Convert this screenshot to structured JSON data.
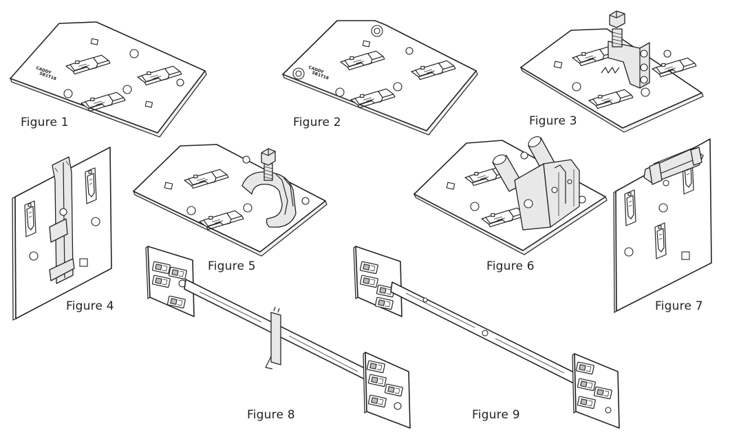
{
  "figures": [
    {
      "caption": "Figure 1"
    },
    {
      "caption": "Figure 2"
    },
    {
      "caption": "Figure 3"
    },
    {
      "caption": "Figure 4"
    },
    {
      "caption": "Figure 5"
    },
    {
      "caption": "Figure 6"
    },
    {
      "caption": "Figure 7"
    },
    {
      "caption": "Figure 8"
    },
    {
      "caption": "Figure 9"
    }
  ],
  "plate_stamp": [
    "CADDY",
    "SB1T18"
  ]
}
